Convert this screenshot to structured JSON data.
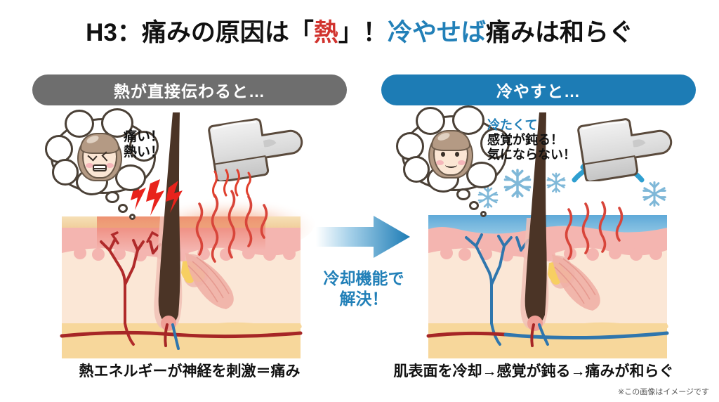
{
  "title": {
    "prefix": "H3：痛みの原因は「",
    "hot_word": "熱",
    "middle": "」！",
    "cool_word": "冷やせば",
    "suffix": "痛みは和らぐ"
  },
  "colors": {
    "hot_red": "#d1332e",
    "cool_blue": "#2280b8",
    "pill_gray": "#6e6e6e",
    "pill_blue": "#1d7cb5",
    "snowflake": "#7fb8d8",
    "nerve_red": "#b02a2a",
    "nerve_blue": "#2f76ad",
    "epidermis": "#f3d9ab",
    "dermis": "#f4b5b0",
    "subcutis": "#fbe7d6",
    "fat": "#f7d79b",
    "cooled_surface": "#5fa9d8",
    "hair": "#4b3426"
  },
  "panels": {
    "left": {
      "header": "熱が直接伝わると…",
      "bubble_lines": [
        "痛い！",
        "熱い！"
      ],
      "face_expression": "grimace",
      "caption": "熱エネルギーが神経を刺激＝痛み",
      "effects": [
        "lightning-bolts",
        "heat-waves",
        "red-glow"
      ]
    },
    "right": {
      "header": "冷やすと…",
      "bubble_lines": [
        "冷たくて",
        "感覚が鈍る！",
        "気にならない！"
      ],
      "bubble_first_line_color": "#2280b8",
      "face_expression": "smile",
      "caption": "肌表面を冷却→感覚が鈍る→痛みが和らぐ",
      "effects": [
        "snowflakes",
        "cooling-arcs",
        "heat-waves",
        "cooled-layer"
      ]
    }
  },
  "center": {
    "arrow_label_line1": "冷却機能で",
    "arrow_label_line2": "解決！"
  },
  "footnote": "※この画像はイメージです"
}
